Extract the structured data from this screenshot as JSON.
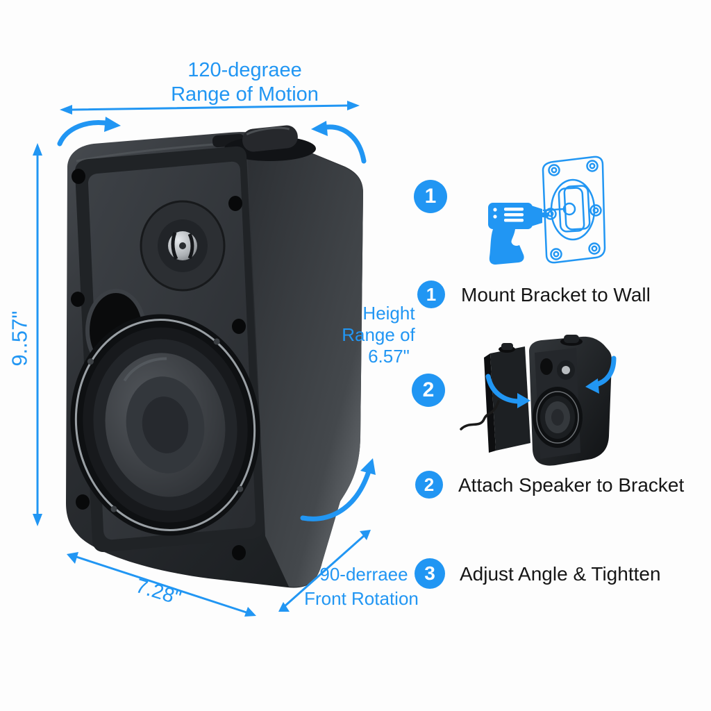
{
  "colors": {
    "accent": "#2196F3",
    "label_text": "#161616",
    "background": "#FDFDFD"
  },
  "annotations": {
    "range_of_motion": {
      "line1": "120-degraee",
      "line2": "Range of Motion"
    },
    "speaker_height": "9..57\"",
    "speaker_width": "7.28\"",
    "height_range": {
      "line1": "Height",
      "line2": "Range of",
      "line3": "6.57\""
    },
    "front_rotation": {
      "line1": "90-derraee",
      "line2": "Front Rotation"
    }
  },
  "steps": [
    {
      "number": "1",
      "label": "Mount Bracket to Wall"
    },
    {
      "number": "2",
      "label": "Attach Speaker to Bracket"
    },
    {
      "number": "3",
      "label": "Adjust Angle & Tightten"
    }
  ]
}
